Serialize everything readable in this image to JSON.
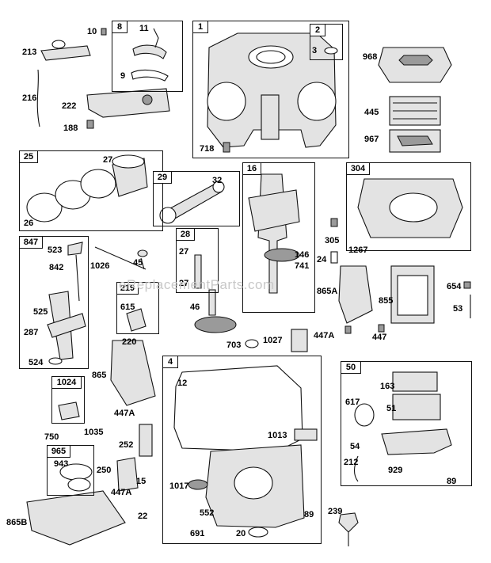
{
  "watermark": "eReplacementParts.com",
  "boxes": {
    "b1": "1",
    "b2": "2",
    "b8": "8",
    "b25": "25",
    "b29": "29",
    "b16": "16",
    "b304": "304",
    "b28": "28",
    "b847": "847",
    "b219": "219",
    "b4": "4",
    "b50": "50",
    "b1024": "1024",
    "b965": "965"
  },
  "labels": [
    "10",
    "11",
    "213",
    "9",
    "216",
    "222",
    "188",
    "3",
    "718",
    "968",
    "445",
    "967",
    "27",
    "26",
    "32",
    "305",
    "1267",
    "146",
    "741",
    "24",
    "523",
    "1026",
    "842",
    "45",
    "27",
    "27",
    "654",
    "53",
    "855",
    "865A",
    "615",
    "46",
    "525",
    "287",
    "524",
    "220",
    "703",
    "1027",
    "447A",
    "447",
    "865",
    "447A",
    "12",
    "163",
    "617",
    "51",
    "750",
    "1035",
    "252",
    "1013",
    "54",
    "943",
    "250",
    "212",
    "929",
    "89",
    "15",
    "1017",
    "447A",
    "22",
    "552",
    "89",
    "239",
    "865B",
    "691",
    "20"
  ]
}
